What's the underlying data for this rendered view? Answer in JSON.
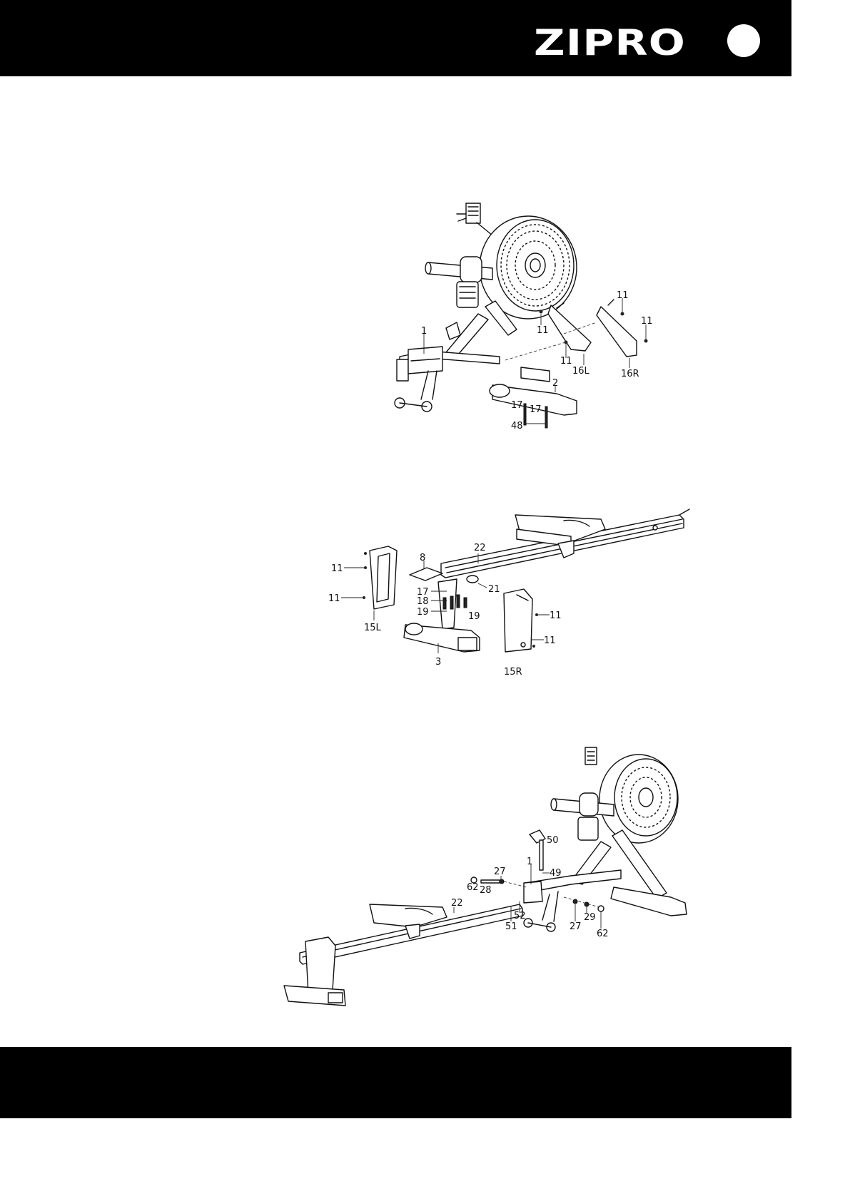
{
  "header": {
    "brand": "ZIPRO"
  },
  "diagram1": {
    "labels": {
      "p1": "1",
      "p2": "2",
      "p11a": "11",
      "p11b": "11",
      "p11c": "11",
      "p11d": "11",
      "p16L": "16L",
      "p16R": "16R",
      "p17a": "17",
      "p17b": "17",
      "p48": "48"
    }
  },
  "diagram2": {
    "labels": {
      "p8": "8",
      "p22": "22",
      "p11a": "11",
      "p11b": "11",
      "p11c": "11",
      "p11d": "11",
      "p15L": "15L",
      "p15R": "15R",
      "p17": "17",
      "p18": "18",
      "p19a": "19",
      "p19b": "19",
      "p21": "21",
      "p3": "3"
    }
  },
  "diagram3": {
    "labels": {
      "p50": "50",
      "p1": "1",
      "p27a": "27",
      "p62a": "62",
      "p28": "28",
      "p49": "49",
      "p22": "22",
      "p52": "52",
      "p51": "51",
      "p27b": "27",
      "p29": "29",
      "p62b": "62"
    }
  }
}
